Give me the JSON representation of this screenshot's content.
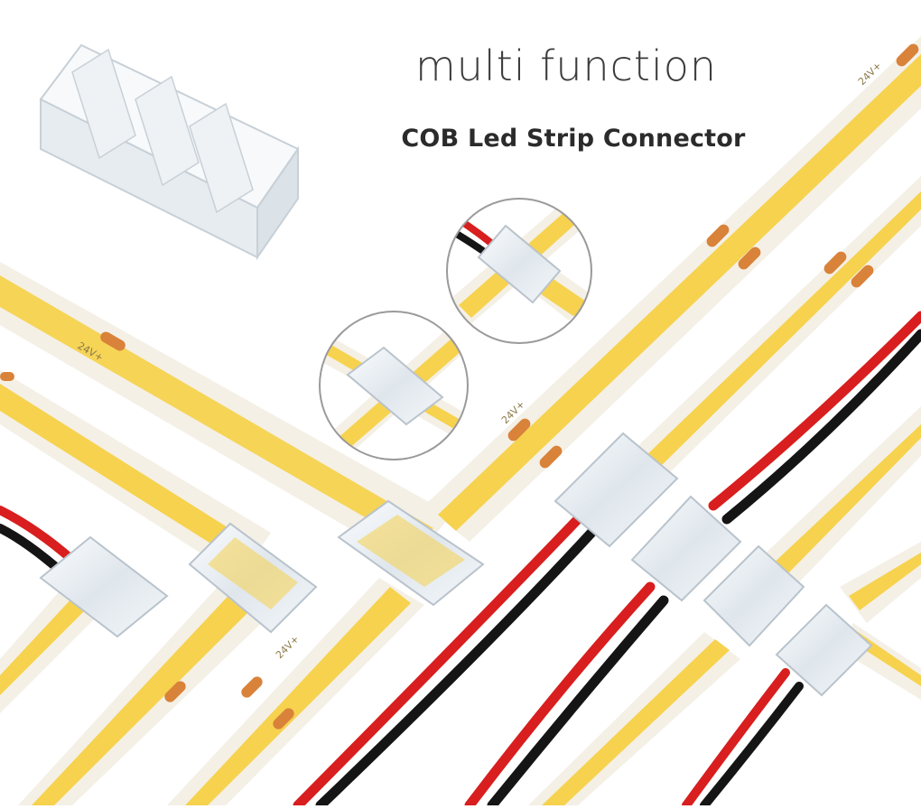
{
  "header": {
    "title": "multi function",
    "subtitle": "COB Led Strip Connector"
  },
  "strip_marking": "24V+",
  "colors": {
    "background": "#ffffff",
    "strip_white": "#f4f0e6",
    "led_yellow": "#f6d24e",
    "solder_pad": "#d9823a",
    "wire_red": "#d81e1e",
    "wire_black": "#151515",
    "connector_clear": "#e9eef2"
  }
}
